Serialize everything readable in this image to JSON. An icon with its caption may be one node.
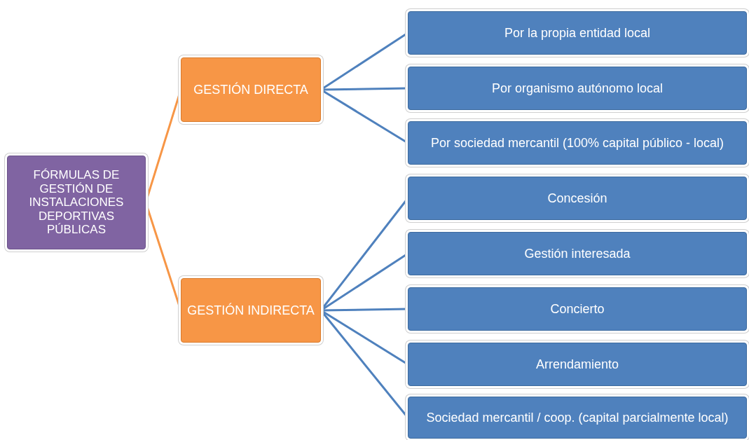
{
  "diagram": {
    "nodes": [
      {
        "text": [
          "FÓRMULAS DE GESTIÓN DE INSTALACIONES DEPORTIVAS PÚBLICAS"
        ]
      },
      {
        "text": [
          "GESTIÓN DIRECTA"
        ]
      },
      {
        "text": [
          "Por la propia entidad local"
        ]
      },
      {
        "text": [
          "Por organismo autónomo local"
        ]
      },
      {
        "text": [
          "Por sociedad mercantil (100% capital público - local)"
        ]
      },
      {
        "text": [
          "GESTIÓN INDIRECTA"
        ]
      },
      {
        "text": [
          "Concesión"
        ]
      },
      {
        "text": [
          "Gestión interesada"
        ]
      },
      {
        "text": [
          "Concierto"
        ]
      },
      {
        "text": [
          "Arrendamiento"
        ]
      },
      {
        "text": [
          "Sociedad mercantil / coop. (capital parcialmente local)"
        ]
      }
    ],
    "edges": [
      {
        "from": 0,
        "to": 1,
        "arrow": "none",
        "color": "#f79646"
      },
      {
        "from": 0,
        "to": 5,
        "arrow": "none",
        "color": "#f79646"
      },
      {
        "from": 1,
        "to": 2,
        "arrow": "none"
      },
      {
        "from": 1,
        "to": 3,
        "arrow": "none"
      },
      {
        "from": 1,
        "to": 4,
        "arrow": "none"
      },
      {
        "from": 5,
        "to": 6,
        "arrow": "none"
      },
      {
        "from": 5,
        "to": 7,
        "arrow": "none"
      },
      {
        "from": 5,
        "to": 8,
        "arrow": "none"
      },
      {
        "from": 5,
        "to": 9,
        "arrow": "none"
      },
      {
        "from": 5,
        "to": 10,
        "arrow": "none"
      }
    ]
  }
}
